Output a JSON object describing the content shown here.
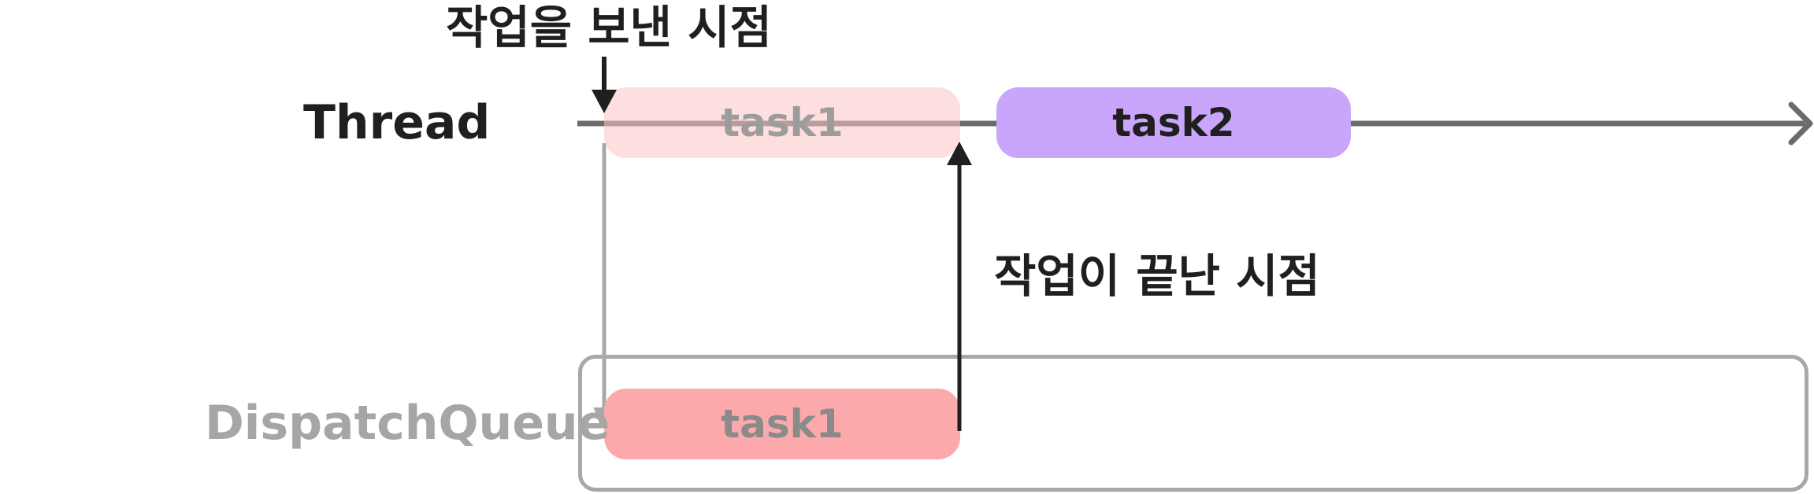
{
  "diagram": {
    "thread_label": "Thread",
    "queue_label": "DispatchQueue",
    "sent_label": "작업을 보낸 시점",
    "done_label": "작업이 끝난 시점",
    "tasks": {
      "thread_task1": "task1",
      "thread_task2": "task2",
      "queue_task1": "task1"
    },
    "colors": {
      "timeline": "#6b6b6b",
      "task1_faded": "#fde3e4",
      "task1": "#fca9ab",
      "task2": "#c9a6fb",
      "queue_border": "#a8a8a8",
      "arrow": "#1f1f1f"
    }
  }
}
